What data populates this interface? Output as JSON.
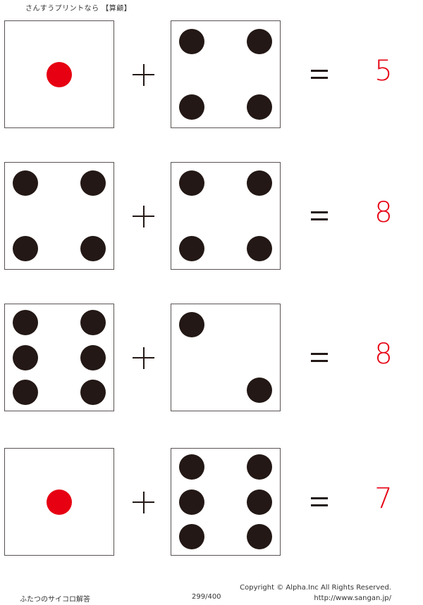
{
  "header": {
    "title": "さんすうプリントなら 【算顧】"
  },
  "colors": {
    "pip": "#231815",
    "one_pip": "#e60012",
    "answer": "#e60012",
    "border": "#5a5352"
  },
  "symbols": {
    "plus": "+",
    "equals": "="
  },
  "problems": [
    {
      "left_die": 1,
      "right_die": 4,
      "answer": "5"
    },
    {
      "left_die": 4,
      "right_die": 4,
      "answer": "8"
    },
    {
      "left_die": 6,
      "right_die": 2,
      "answer": "8"
    },
    {
      "left_die": 1,
      "right_die": 6,
      "answer": "7"
    }
  ],
  "footer": {
    "worksheet_name": "ふたつのサイコロ解答",
    "page": "299/400",
    "copyright": "Copyright ©  Alpha.Inc All Rights Reserved.",
    "url": "http://www.sangan.jp/"
  }
}
